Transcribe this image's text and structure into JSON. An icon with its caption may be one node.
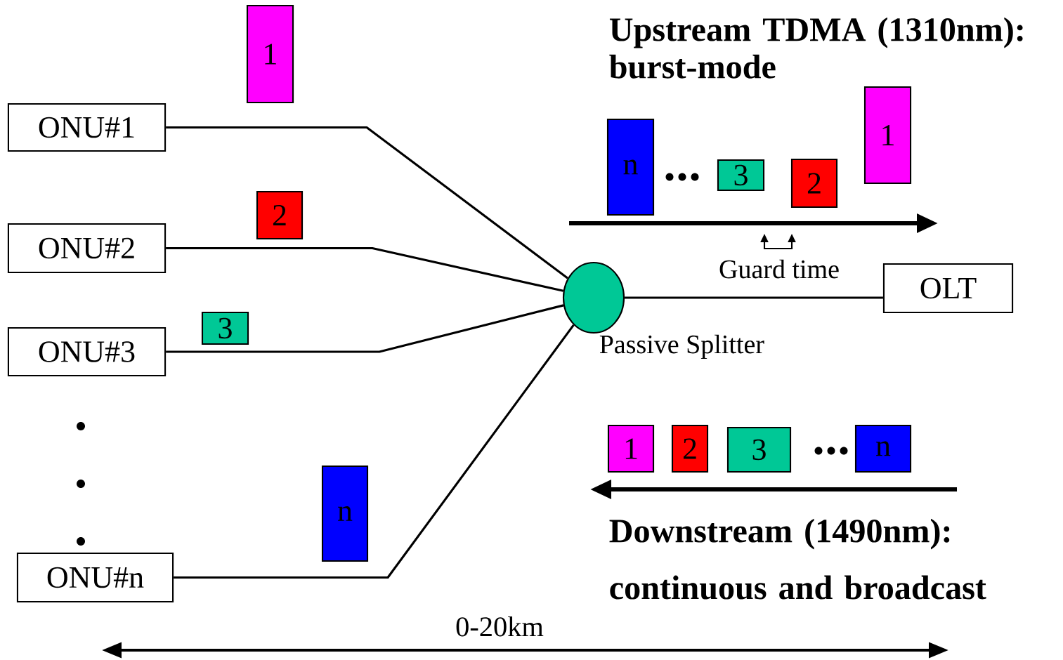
{
  "diagram": {
    "nodes": [
      {
        "text": [
          "ONU#1"
        ]
      },
      {
        "text": [
          "ONU#2"
        ]
      },
      {
        "text": [
          "ONU#3"
        ]
      },
      {
        "text": [
          "ONU#n"
        ]
      },
      {
        "text": [],
        "shape": "circle",
        "beside": [
          "Passive Splitter"
        ]
      },
      {
        "text": [
          "OLT"
        ]
      },
      {
        "text": [
          "1"
        ]
      },
      {
        "text": [
          "2"
        ]
      },
      {
        "text": [
          "3"
        ]
      },
      {
        "text": [
          "n"
        ]
      },
      {
        "text": [
          "n"
        ]
      },
      {
        "text": [
          "3"
        ]
      },
      {
        "text": [
          "2"
        ]
      },
      {
        "text": [
          "1"
        ]
      },
      {
        "text": [
          "1"
        ]
      },
      {
        "text": [
          "2"
        ]
      },
      {
        "text": [
          "3"
        ]
      },
      {
        "text": [
          "n"
        ]
      }
    ],
    "edges": [
      {
        "from": 0,
        "to": 4,
        "arrow": "none"
      },
      {
        "from": 1,
        "to": 4,
        "arrow": "none"
      },
      {
        "from": 2,
        "to": 4,
        "arrow": "none"
      },
      {
        "from": 3,
        "to": 4,
        "arrow": "none"
      },
      {
        "from": 4,
        "to": 5,
        "arrow": "none"
      }
    ],
    "labels": [
      "Upstream TDMA (1310nm): burst-mode",
      "Guard time",
      "Downstream (1490nm): continuous and broadcast",
      "0-20km"
    ]
  }
}
